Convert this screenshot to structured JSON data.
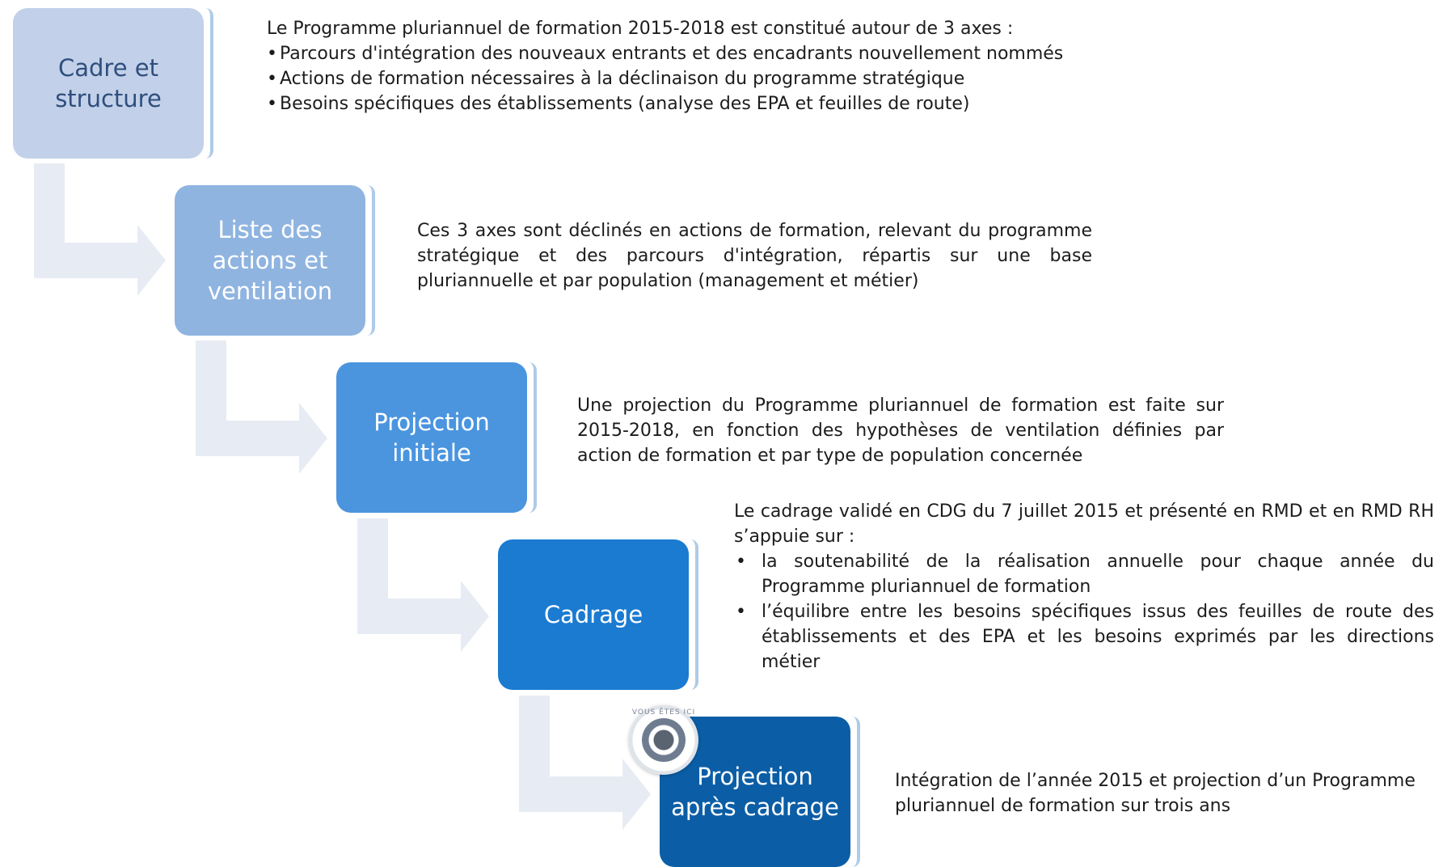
{
  "steps": [
    {
      "label": "Cadre et structure",
      "color": "#c2d1e9"
    },
    {
      "label": "Liste des actions et ventilation",
      "color": "#8fb4e0"
    },
    {
      "label": "Projection initiale",
      "color": "#4b95df"
    },
    {
      "label": "Cadrage",
      "color": "#1a7bd1"
    },
    {
      "label": "Projection après cadrage",
      "color": "#0b5ea6"
    }
  ],
  "descriptions": {
    "d1": {
      "intro": "Le Programme pluriannuel de formation 2015-2018 est constitué autour de 3 axes :",
      "bullets": [
        "Parcours d'intégration des nouveaux entrants et des encadrants nouvellement nommés",
        "Actions de formation nécessaires à la déclinaison du programme stratégique",
        "Besoins spécifiques des établissements (analyse des EPA et feuilles de route)"
      ]
    },
    "d2": "Ces 3 axes sont déclinés en actions de formation, relevant du programme stratégique et des parcours d'intégration, répartis sur une base pluriannuelle et par population (management et métier)",
    "d3": "Une projection du Programme pluriannuel de formation est faite sur 2015-2018, en fonction des hypothèses de ventilation définies par action de formation et par type de population concernée",
    "d4": {
      "intro": "Le cadrage validé en CDG du 7 juillet 2015 et présenté en RMD et en RMD RH s’appuie sur :",
      "bullets": [
        "la soutenabilité de la réalisation annuelle pour chaque année du Programme pluriannuel de formation",
        "l’équilibre entre les besoins spécifiques issus des feuilles de route des établissements et des EPA et les besoins exprimés par les  directions métier"
      ]
    },
    "d5": "Intégration de l’année 2015 et projection d’un Programme pluriannuel de formation sur trois ans"
  },
  "badge": {
    "text": "VOUS ÊTES ICI",
    "icon": "you-are-here-target-icon"
  },
  "colors": {
    "arrow": "#e7ecf4",
    "bracket": "#aecbe8"
  }
}
